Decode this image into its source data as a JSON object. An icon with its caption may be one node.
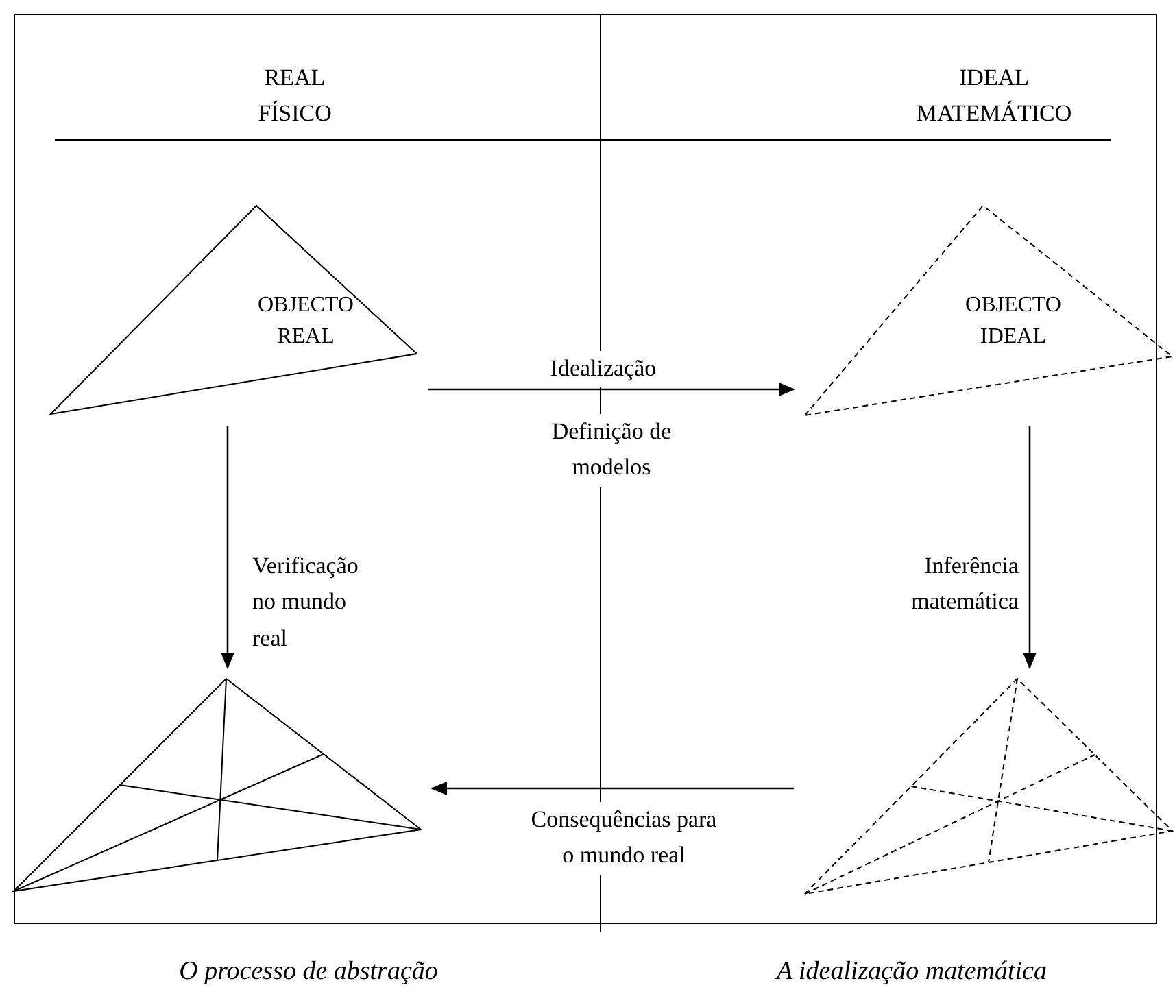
{
  "diagram": {
    "nodes": [
      {
        "text": [
          "OBJECTO REAL"
        ]
      },
      {
        "text": [
          "OBJECTO IDEAL"
        ]
      },
      {
        "text": [],
        "shape": "triangle"
      },
      {
        "text": [],
        "shape": "triangle"
      }
    ],
    "edges": [
      {
        "from": 0,
        "to": 1,
        "arrow": "to",
        "label": "Idealização"
      },
      {
        "from": 1,
        "to": 3,
        "arrow": "to",
        "label": "Inferência matemática"
      },
      {
        "from": 0,
        "to": 2,
        "arrow": "to",
        "label": "Verificação no mundo real"
      },
      {
        "from": 3,
        "to": 2,
        "arrow": "to",
        "label": "Consequências para o mundo real"
      }
    ],
    "labels": [
      "REAL FÍSICO",
      "IDEAL MATEMÁTICO",
      "Definição de modelos",
      "O processo de abstração",
      "A idealização matemática"
    ]
  }
}
